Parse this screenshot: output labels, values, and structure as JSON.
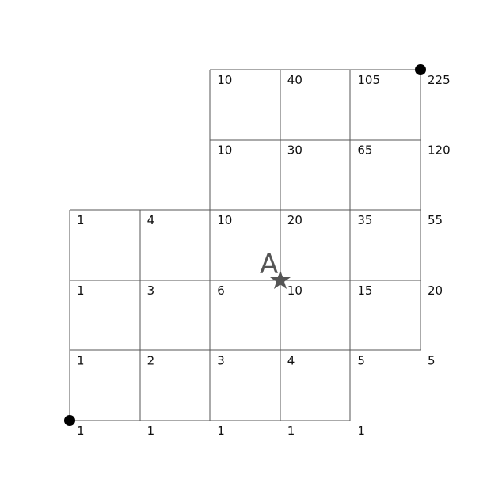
{
  "diagram": {
    "rows": [
      {
        "y_index": 5,
        "values": [
          "",
          "",
          "10",
          "40",
          "105",
          "225"
        ]
      },
      {
        "y_index": 4,
        "values": [
          "",
          "",
          "10",
          "30",
          "65",
          "120"
        ]
      },
      {
        "y_index": 3,
        "values": [
          "1",
          "4",
          "10",
          "20",
          "35",
          "55"
        ]
      },
      {
        "y_index": 2,
        "values": [
          "1",
          "3",
          "6",
          "10",
          "15",
          "20"
        ]
      },
      {
        "y_index": 1,
        "values": [
          "1",
          "2",
          "3",
          "4",
          "5",
          "5"
        ]
      },
      {
        "y_index": 0,
        "values": [
          "1",
          "1",
          "1",
          "1",
          "1",
          ""
        ]
      }
    ],
    "point_a_label": "A",
    "colors": {
      "lines": "#555555",
      "text": "#111111",
      "endpoints": "#000000",
      "marker": "#555555"
    }
  }
}
